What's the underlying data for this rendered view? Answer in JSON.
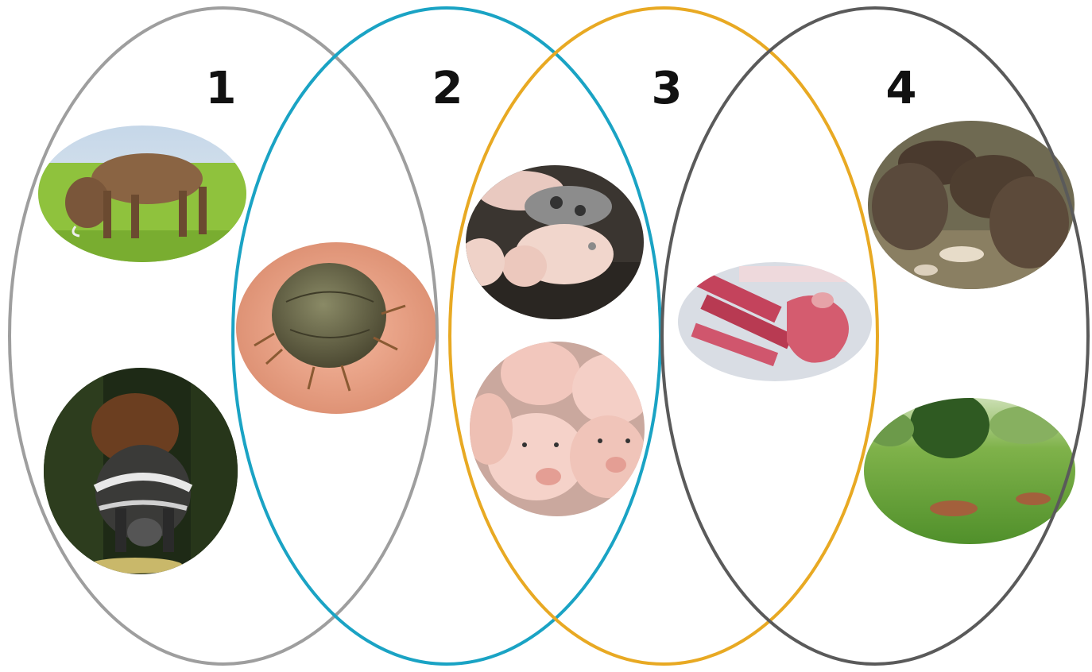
{
  "labels": [
    "1",
    "2",
    "3",
    "4"
  ],
  "colors": {
    "ellipse_1": "#9e9e9e",
    "ellipse_2": "#1aa3c4",
    "ellipse_3": "#e8a923",
    "ellipse_4": "#5a5a5a"
  },
  "images": [
    {
      "id": "warthog",
      "group": "1"
    },
    {
      "id": "bushpig",
      "group": "1"
    },
    {
      "id": "soft-tick",
      "group": "1-2"
    },
    {
      "id": "outdoor-pigs",
      "group": "2-3"
    },
    {
      "id": "piglets",
      "group": "2-3"
    },
    {
      "id": "pork-meat",
      "group": "3-4"
    },
    {
      "id": "wild-boars",
      "group": "4"
    },
    {
      "id": "green-field",
      "group": "4"
    }
  ]
}
